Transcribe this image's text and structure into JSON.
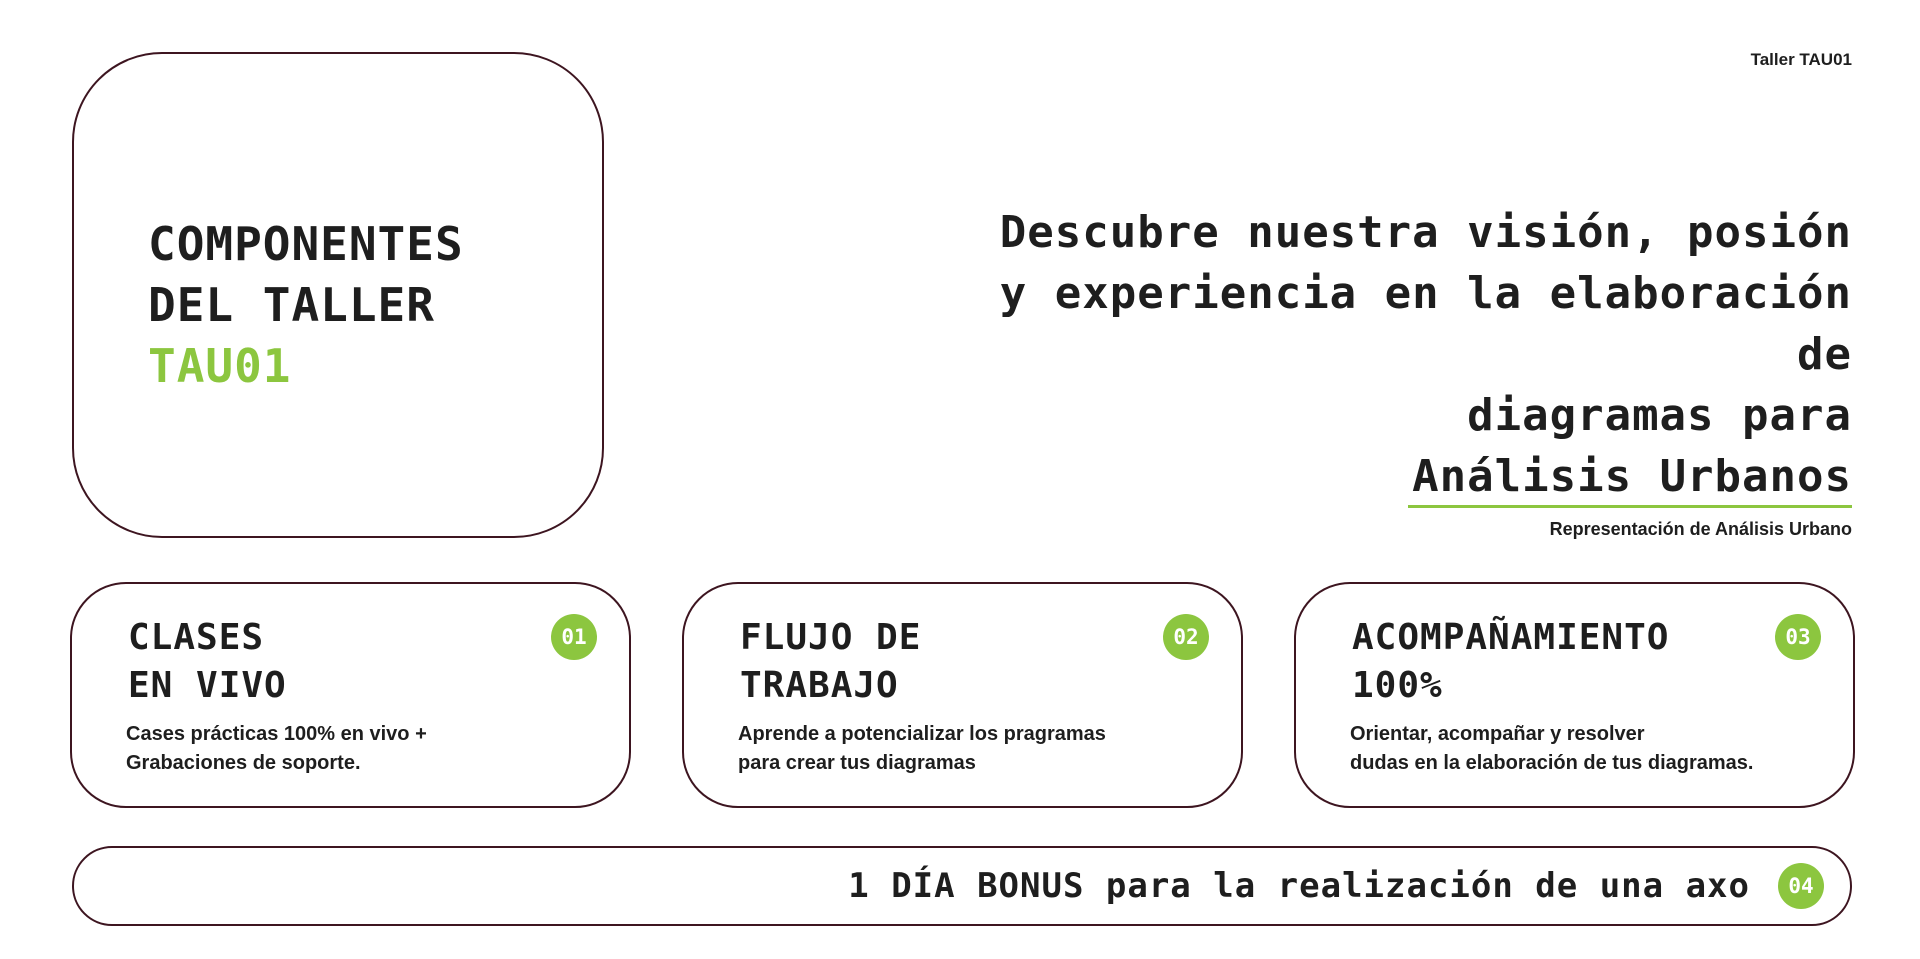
{
  "header": {
    "tag": "Taller TAU01"
  },
  "hero": {
    "line1": "COMPONENTES",
    "line2": "DEL TALLER",
    "line3": "TAU01"
  },
  "headline": {
    "line1": "Descubre nuestra visión, posión",
    "line2": "y experiencia en la elaboración de",
    "line3": "diagramas para",
    "line4": "Análisis Urbanos"
  },
  "subtitle": "Representación de Análisis Urbano",
  "cards": [
    {
      "title_line1": "CLASES",
      "title_line2": "EN VIVO",
      "number": "01",
      "desc_line1": "Cases prácticas 100% en vivo +",
      "desc_line2": "Grabaciones de soporte."
    },
    {
      "title_line1": "FLUJO DE",
      "title_line2": "TRABAJO",
      "number": "02",
      "desc_line1": "Aprende a potencializar los pragramas",
      "desc_line2": "para crear tus diagramas"
    },
    {
      "title_line1": "ACOMPAÑAMIENTO",
      "title_line2": "100%",
      "number": "03",
      "desc_line1": "Orientar, acompañar y resolver",
      "desc_line2": "dudas en la elaboración de tus diagramas."
    }
  ],
  "bonus": {
    "text": "1 DÍA BONUS para la realización de una axo",
    "number": "04"
  },
  "colors": {
    "accent": "#8cc63f",
    "border": "#3d1520",
    "text": "#1e1e1e"
  }
}
